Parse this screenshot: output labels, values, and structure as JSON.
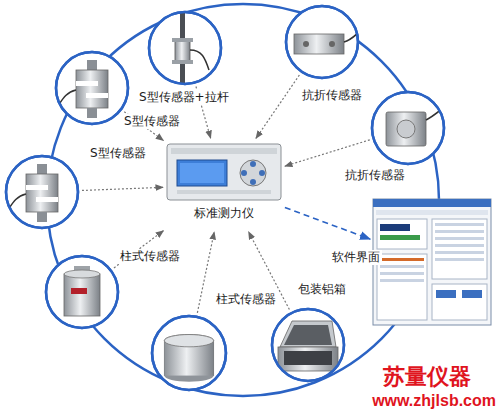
{
  "diagram": {
    "nodes": [
      {
        "text": [
          "S型传感器+拉杆"
        ]
      },
      {
        "text": [
          "抗折传感器"
        ]
      },
      {
        "text": [
          "S型传感器"
        ]
      },
      {
        "text": [
          "抗折传感器"
        ]
      },
      {
        "text": [
          "S型传感器"
        ]
      },
      {
        "text": [
          "标准测力仪"
        ]
      },
      {
        "text": [
          "软件界面"
        ]
      },
      {
        "text": [
          "柱式传感器"
        ]
      },
      {
        "text": [
          "包装铝箱"
        ]
      },
      {
        "text": [
          "柱式传感器"
        ]
      }
    ],
    "edges": [
      {
        "from": 0,
        "to": 5,
        "arrow": "to"
      },
      {
        "from": 1,
        "to": 5,
        "arrow": "to"
      },
      {
        "from": 2,
        "to": 5,
        "arrow": "to"
      },
      {
        "from": 3,
        "to": 5,
        "arrow": "to"
      },
      {
        "from": 4,
        "to": 5,
        "arrow": "to"
      },
      {
        "from": 5,
        "to": 6,
        "arrow": "to"
      },
      {
        "from": 7,
        "to": 5,
        "arrow": "to"
      },
      {
        "from": 8,
        "to": 5,
        "arrow": "to"
      },
      {
        "from": 9,
        "to": 5,
        "arrow": "to"
      }
    ],
    "labels": [
      "苏量仪器",
      "www.zhjlsb.com"
    ]
  }
}
